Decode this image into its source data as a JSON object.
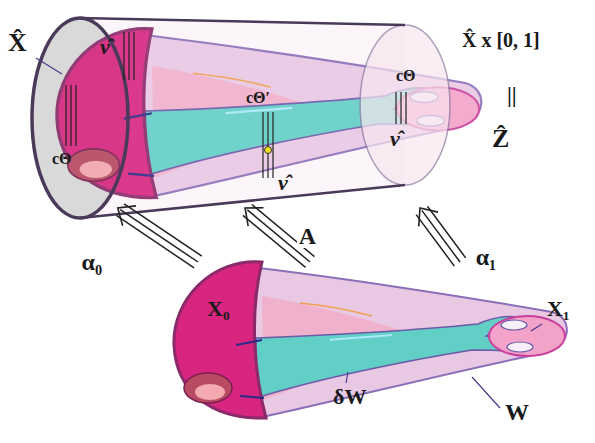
{
  "diagram": {
    "nodes": [
      {
        "text": [
          "X̂ x [0, 1]",
          "||",
          "Ẑ"
        ]
      },
      {
        "text": [
          "W"
        ]
      }
    ],
    "edges": [
      {
        "from": 1,
        "to": 0,
        "arrow": "to",
        "label": "α₀"
      },
      {
        "from": 1,
        "to": 0,
        "arrow": "to",
        "label": "A"
      },
      {
        "from": 1,
        "to": 0,
        "arrow": "to",
        "label": "α₁"
      }
    ],
    "labels": [
      "X̂",
      "ν̂",
      "cΘ",
      "cΘ′",
      "ν̂",
      "cΘ",
      "ν̂",
      "X₀",
      "δW",
      "X₁"
    ]
  }
}
